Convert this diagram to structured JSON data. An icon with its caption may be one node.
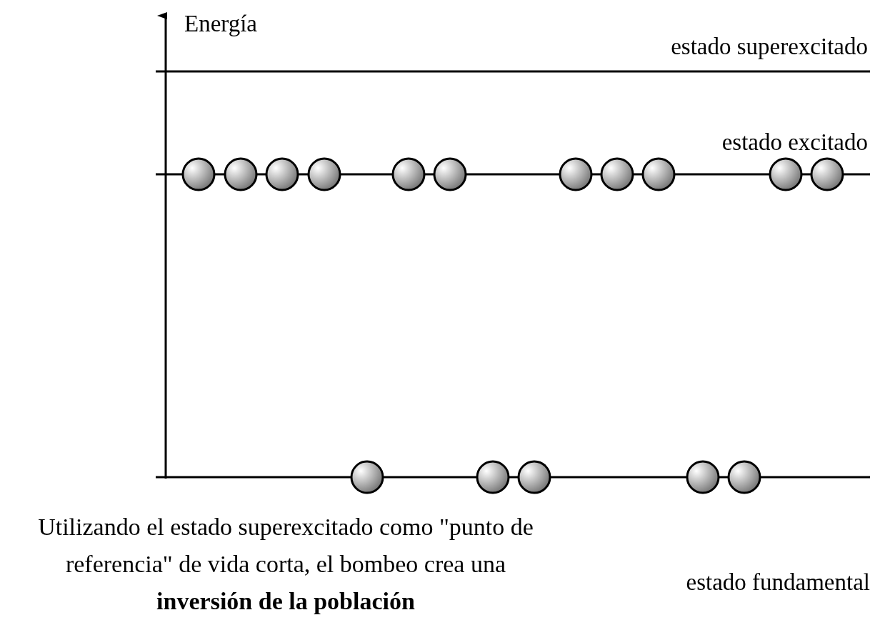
{
  "diagram": {
    "caption": "Utilizando el estado superexcitado como \"punto de referencia\" de vida corta, el bombeo crea una **inversión de la población**",
    "nodes": [
      {
        "text": [],
        "shape": "circle"
      },
      {
        "text": [],
        "shape": "circle"
      },
      {
        "text": [],
        "shape": "circle"
      },
      {
        "text": [],
        "shape": "circle"
      },
      {
        "text": [],
        "shape": "circle"
      },
      {
        "text": [],
        "shape": "circle"
      },
      {
        "text": [],
        "shape": "circle"
      },
      {
        "text": [],
        "shape": "circle"
      },
      {
        "text": [],
        "shape": "circle"
      },
      {
        "text": [],
        "shape": "circle"
      },
      {
        "text": [],
        "shape": "circle"
      },
      {
        "text": [],
        "shape": "circle"
      },
      {
        "text": [],
        "shape": "circle"
      },
      {
        "text": [],
        "shape": "circle"
      },
      {
        "text": [],
        "shape": "circle"
      },
      {
        "text": [],
        "shape": "circle"
      }
    ],
    "edges": [],
    "labels": [
      "Energía",
      "estado superexcitado",
      "estado excitado",
      "estado fundamental"
    ]
  }
}
